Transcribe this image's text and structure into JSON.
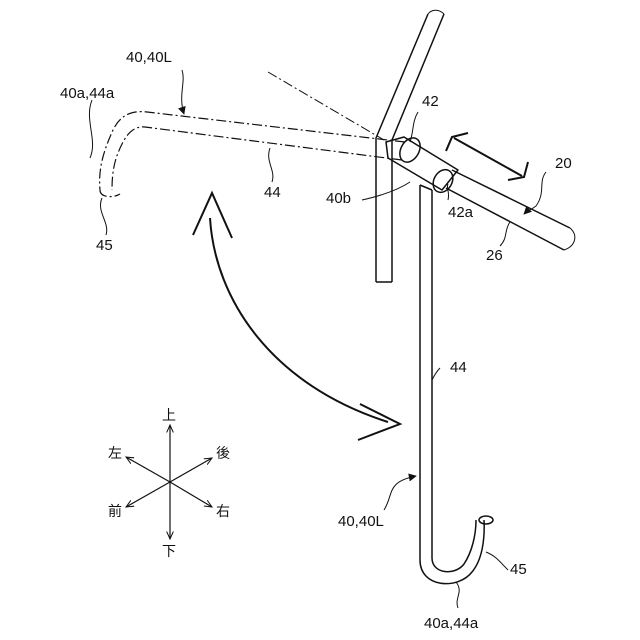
{
  "labels": {
    "ref_40_40L_top": "40,40L",
    "ref_40a_44a_top": "40a,44a",
    "ref_44_top": "44",
    "ref_45_top": "45",
    "ref_42": "42",
    "ref_40b": "40b",
    "ref_42a": "42a",
    "ref_20": "20",
    "ref_26": "26",
    "ref_44_bottom": "44",
    "ref_40_40L_bottom": "40,40L",
    "ref_45_bottom": "45",
    "ref_40a_44a_bottom": "40a,44a"
  },
  "directions": {
    "up": "上",
    "down": "下",
    "left": "左",
    "right": "右",
    "front": "前",
    "back": "後"
  }
}
